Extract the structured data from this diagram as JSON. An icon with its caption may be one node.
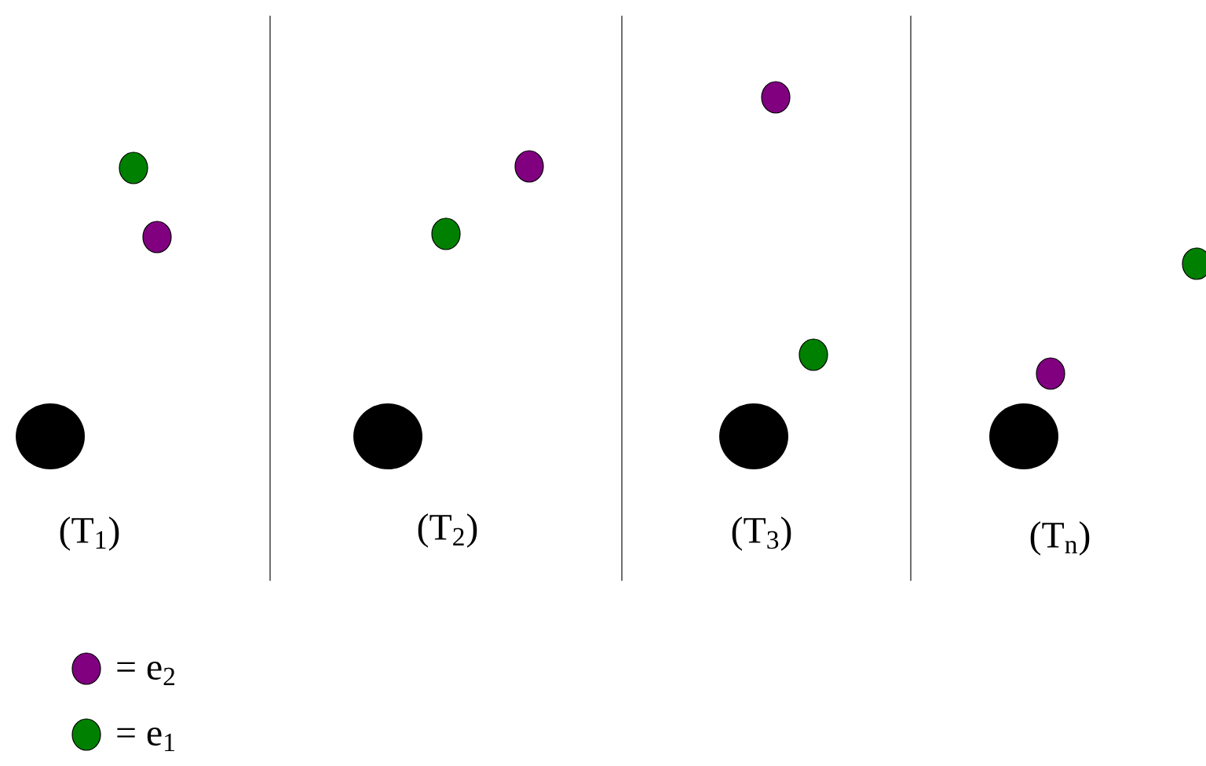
{
  "diagram": {
    "labels": [
      "(T$_{1}$)",
      "(T$_{2}$)",
      "(T$_{3}$)",
      "(T$_{n}$)"
    ],
    "legend": [
      {
        "text": "= e$_{2}$",
        "color": "#800080"
      },
      {
        "text": "= e$_{1}$",
        "color": "#008000"
      }
    ]
  }
}
